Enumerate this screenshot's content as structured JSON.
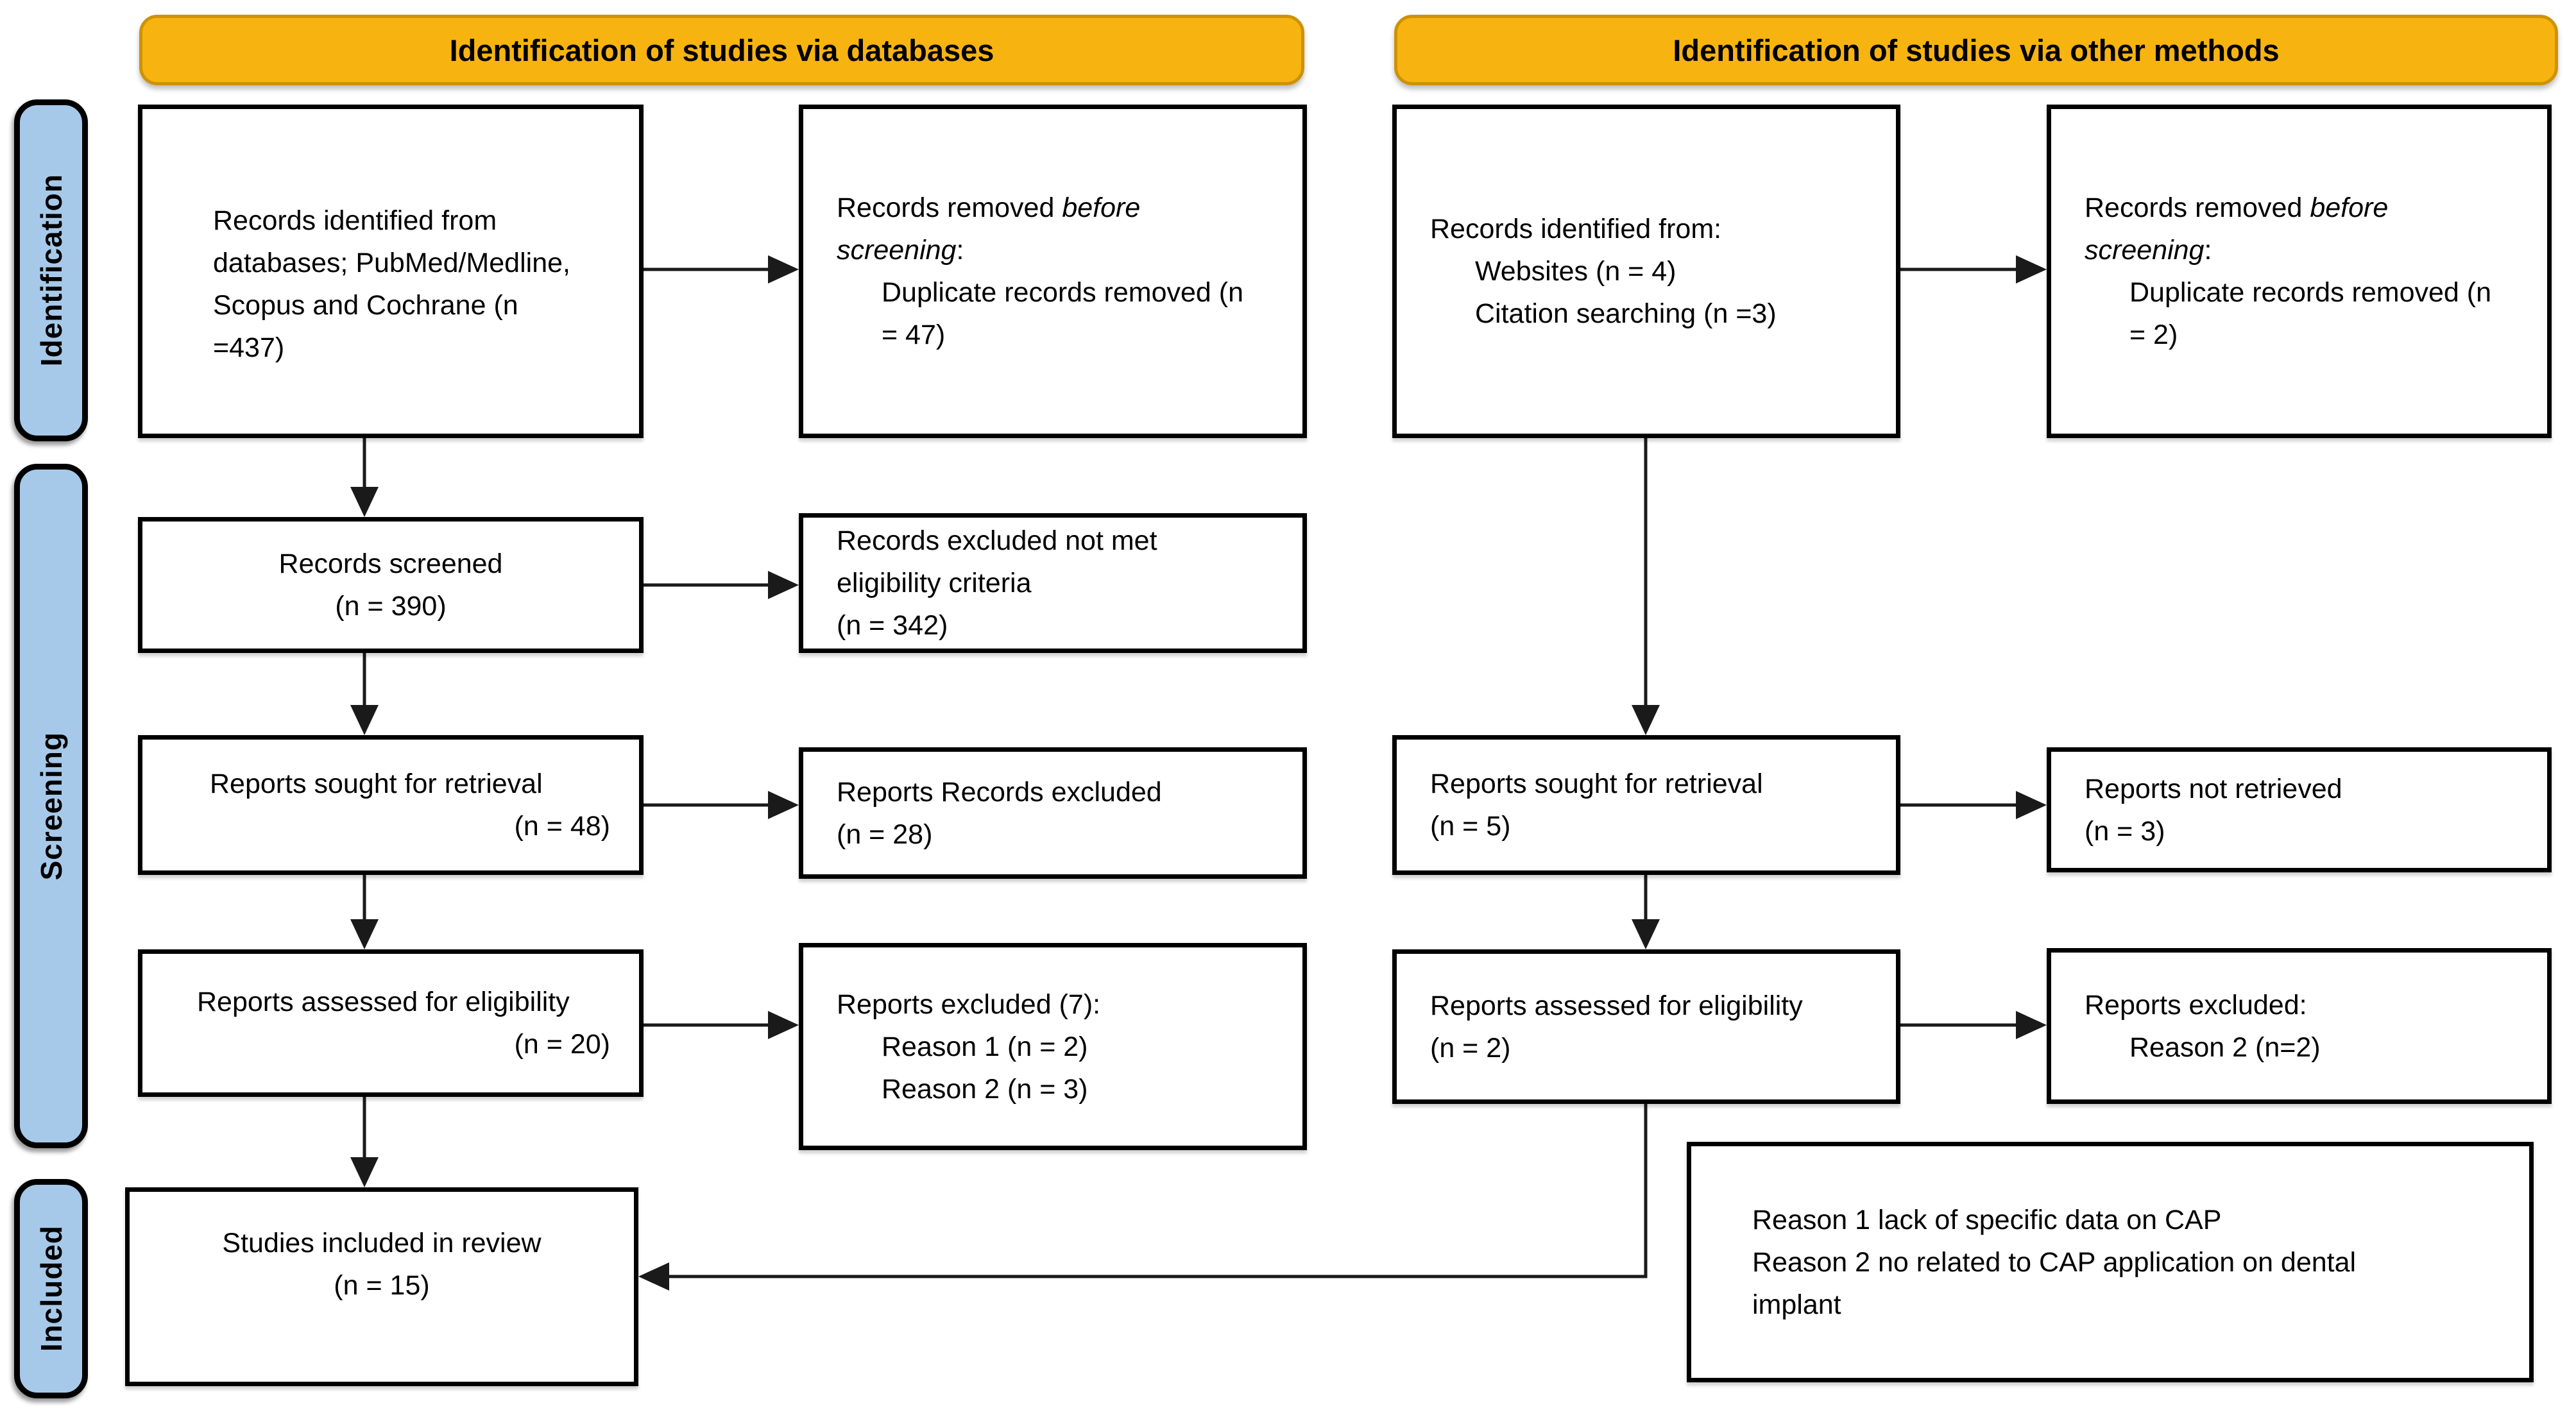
{
  "banners": {
    "databases": "Identification of studies via databases",
    "other": "Identification of studies via other methods"
  },
  "stages": {
    "identification": "Identification",
    "screening": "Screening",
    "included": "Included"
  },
  "colors": {
    "banner_fill": "#F7B410",
    "banner_border": "#CE9206",
    "stage_fill": "#A7C9E9",
    "box_border": "#000000",
    "arrow": "#1A1A1A",
    "background": "#FFFFFF",
    "text": "#000000"
  },
  "boxes": {
    "db_identified": {
      "lines": [
        {
          "parts": [
            {
              "t": "Records identified from"
            }
          ]
        },
        {
          "parts": [
            {
              "t": "databases; PubMed/Medline,"
            }
          ]
        },
        {
          "parts": [
            {
              "t": "Scopus and Cochrane (n"
            }
          ]
        },
        {
          "parts": [
            {
              "t": "=437)"
            }
          ]
        }
      ]
    },
    "db_removed": {
      "lines": [
        {
          "parts": [
            {
              "t": "Records removed "
            },
            {
              "t": "before",
              "em": true
            }
          ]
        },
        {
          "parts": [
            {
              "t": "screening",
              "em": true
            },
            {
              "t": ":"
            }
          ]
        },
        {
          "ind": true,
          "parts": [
            {
              "t": "Duplicate records removed (n"
            }
          ]
        },
        {
          "ind": true,
          "parts": [
            {
              "t": "= 47)"
            }
          ]
        }
      ]
    },
    "records_screened": {
      "lines": [
        {
          "parts": [
            {
              "t": "Records screened"
            }
          ]
        },
        {
          "parts": [
            {
              "t": "(n = 390)"
            }
          ]
        }
      ]
    },
    "records_excluded": {
      "lines": [
        {
          "parts": [
            {
              "t": "Records excluded not met"
            }
          ]
        },
        {
          "parts": [
            {
              "t": "eligibility criteria"
            }
          ]
        },
        {
          "parts": [
            {
              "t": "(n = 342)"
            }
          ]
        }
      ]
    },
    "reports_sought_db": {
      "lines": [
        {
          "parts": [
            {
              "t": "Reports sought for retrieval"
            }
          ]
        },
        {
          "align": "r",
          "parts": [
            {
              "t": "(n = 48)"
            }
          ]
        }
      ]
    },
    "reports_records_excluded": {
      "lines": [
        {
          "parts": [
            {
              "t": "Reports Records excluded"
            }
          ]
        },
        {
          "parts": [
            {
              "t": "(n = 28)"
            }
          ]
        }
      ]
    },
    "reports_assessed_db": {
      "lines": [
        {
          "parts": [
            {
              "t": "Reports assessed for eligibility"
            }
          ]
        },
        {
          "align": "r",
          "parts": [
            {
              "t": "(n = 20)"
            }
          ]
        }
      ]
    },
    "reports_excluded_db": {
      "lines": [
        {
          "parts": [
            {
              "t": "Reports excluded (7):"
            }
          ]
        },
        {
          "ind": true,
          "parts": [
            {
              "t": "Reason 1 (n = 2)"
            }
          ]
        },
        {
          "ind": true,
          "parts": [
            {
              "t": "Reason 2 (n = 3)"
            }
          ]
        }
      ]
    },
    "studies_included": {
      "lines": [
        {
          "parts": [
            {
              "t": "Studies included in review"
            }
          ]
        },
        {
          "parts": [
            {
              "t": "(n = 15)"
            }
          ]
        }
      ]
    },
    "other_identified": {
      "lines": [
        {
          "parts": [
            {
              "t": "Records identified from:"
            }
          ]
        },
        {
          "ind": true,
          "parts": [
            {
              "t": "Websites (n = 4)"
            }
          ]
        },
        {
          "ind": true,
          "parts": [
            {
              "t": "Citation searching (n =3)"
            }
          ]
        }
      ]
    },
    "other_removed": {
      "lines": [
        {
          "parts": [
            {
              "t": "Records removed "
            },
            {
              "t": "before",
              "em": true
            }
          ]
        },
        {
          "parts": [
            {
              "t": "screening",
              "em": true
            },
            {
              "t": ":"
            }
          ]
        },
        {
          "ind": true,
          "parts": [
            {
              "t": "Duplicate records removed (n"
            }
          ]
        },
        {
          "ind": true,
          "parts": [
            {
              "t": "= 2)"
            }
          ]
        }
      ]
    },
    "reports_sought_other": {
      "lines": [
        {
          "parts": [
            {
              "t": "Reports sought for retrieval"
            }
          ]
        },
        {
          "parts": [
            {
              "t": "(n = 5)"
            }
          ]
        }
      ]
    },
    "reports_not_retrieved": {
      "lines": [
        {
          "parts": [
            {
              "t": "Reports not retrieved"
            }
          ]
        },
        {
          "parts": [
            {
              "t": "(n = 3)"
            }
          ]
        }
      ]
    },
    "reports_assessed_other": {
      "lines": [
        {
          "parts": [
            {
              "t": "Reports assessed for eligibility"
            }
          ]
        },
        {
          "parts": [
            {
              "t": "(n = 2)"
            }
          ]
        }
      ]
    },
    "reports_excluded_other": {
      "lines": [
        {
          "parts": [
            {
              "t": "Reports excluded:"
            }
          ]
        },
        {
          "ind": true,
          "parts": [
            {
              "t": "Reason 2 (n=2)"
            }
          ]
        }
      ]
    },
    "reasons_note": {
      "lines": [
        {
          "parts": [
            {
              "t": "Reason 1 lack of specific data on CAP"
            }
          ]
        },
        {
          "parts": [
            {
              "t": "Reason 2 no related to  CAP application on dental"
            }
          ]
        },
        {
          "parts": [
            {
              "t": "implant"
            }
          ]
        }
      ]
    }
  }
}
